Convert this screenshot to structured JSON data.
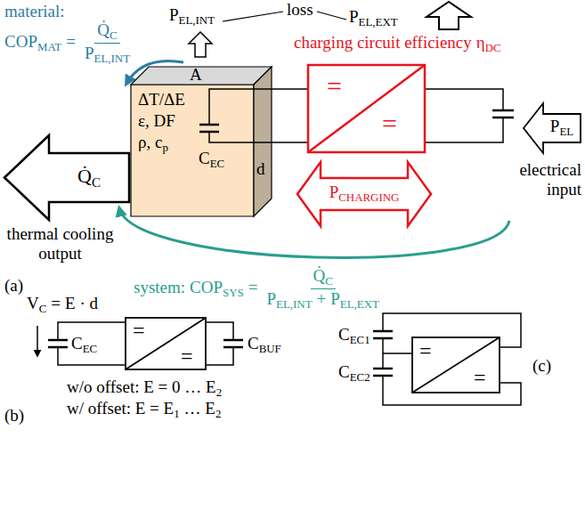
{
  "diagram": {
    "nodes": [
      {
        "text": [
          "A",
          "ΔT/ΔE",
          "ε, DF",
          "ρ, c",
          "p",
          "C",
          "EC",
          "d"
        ]
      },
      {
        "text": [
          "=",
          "="
        ]
      },
      {
        "text": [
          "P",
          "CHARGING"
        ]
      },
      {
        "text": [
          "P",
          "EL"
        ]
      },
      {
        "text": [
          "Q̇",
          "C"
        ]
      },
      {
        "text": [
          "=",
          "="
        ]
      },
      {
        "text": [
          "=",
          "="
        ]
      }
    ],
    "edges": [
      {
        "from": 0,
        "to": 1,
        "arrow": "none"
      },
      {
        "from": 0,
        "to": 1,
        "arrow": "none"
      }
    ],
    "labels": [
      "material:",
      "COP",
      "MAT",
      "=",
      "Q̇",
      "C",
      "P",
      "EL,INT",
      "P",
      "EL,INT",
      "loss",
      "P",
      "EL,EXT",
      "charging circuit efficiency",
      "η",
      "DC",
      "electrical input",
      "thermal cooling output",
      "system:",
      "COP",
      "SYS",
      "=",
      "Q̇",
      "C",
      "P",
      "EL,INT",
      "+",
      "P",
      "EL,EXT",
      "(a)",
      "V",
      "C",
      "=",
      "E · d",
      "C",
      "EC",
      "C",
      "BUF",
      "w/o offset: E = 0 … E",
      "2",
      "w/ offset: E = E",
      "1",
      "… E",
      "2",
      "(b)",
      "C",
      "EC1",
      "C",
      "EC2",
      "(c)"
    ]
  }
}
